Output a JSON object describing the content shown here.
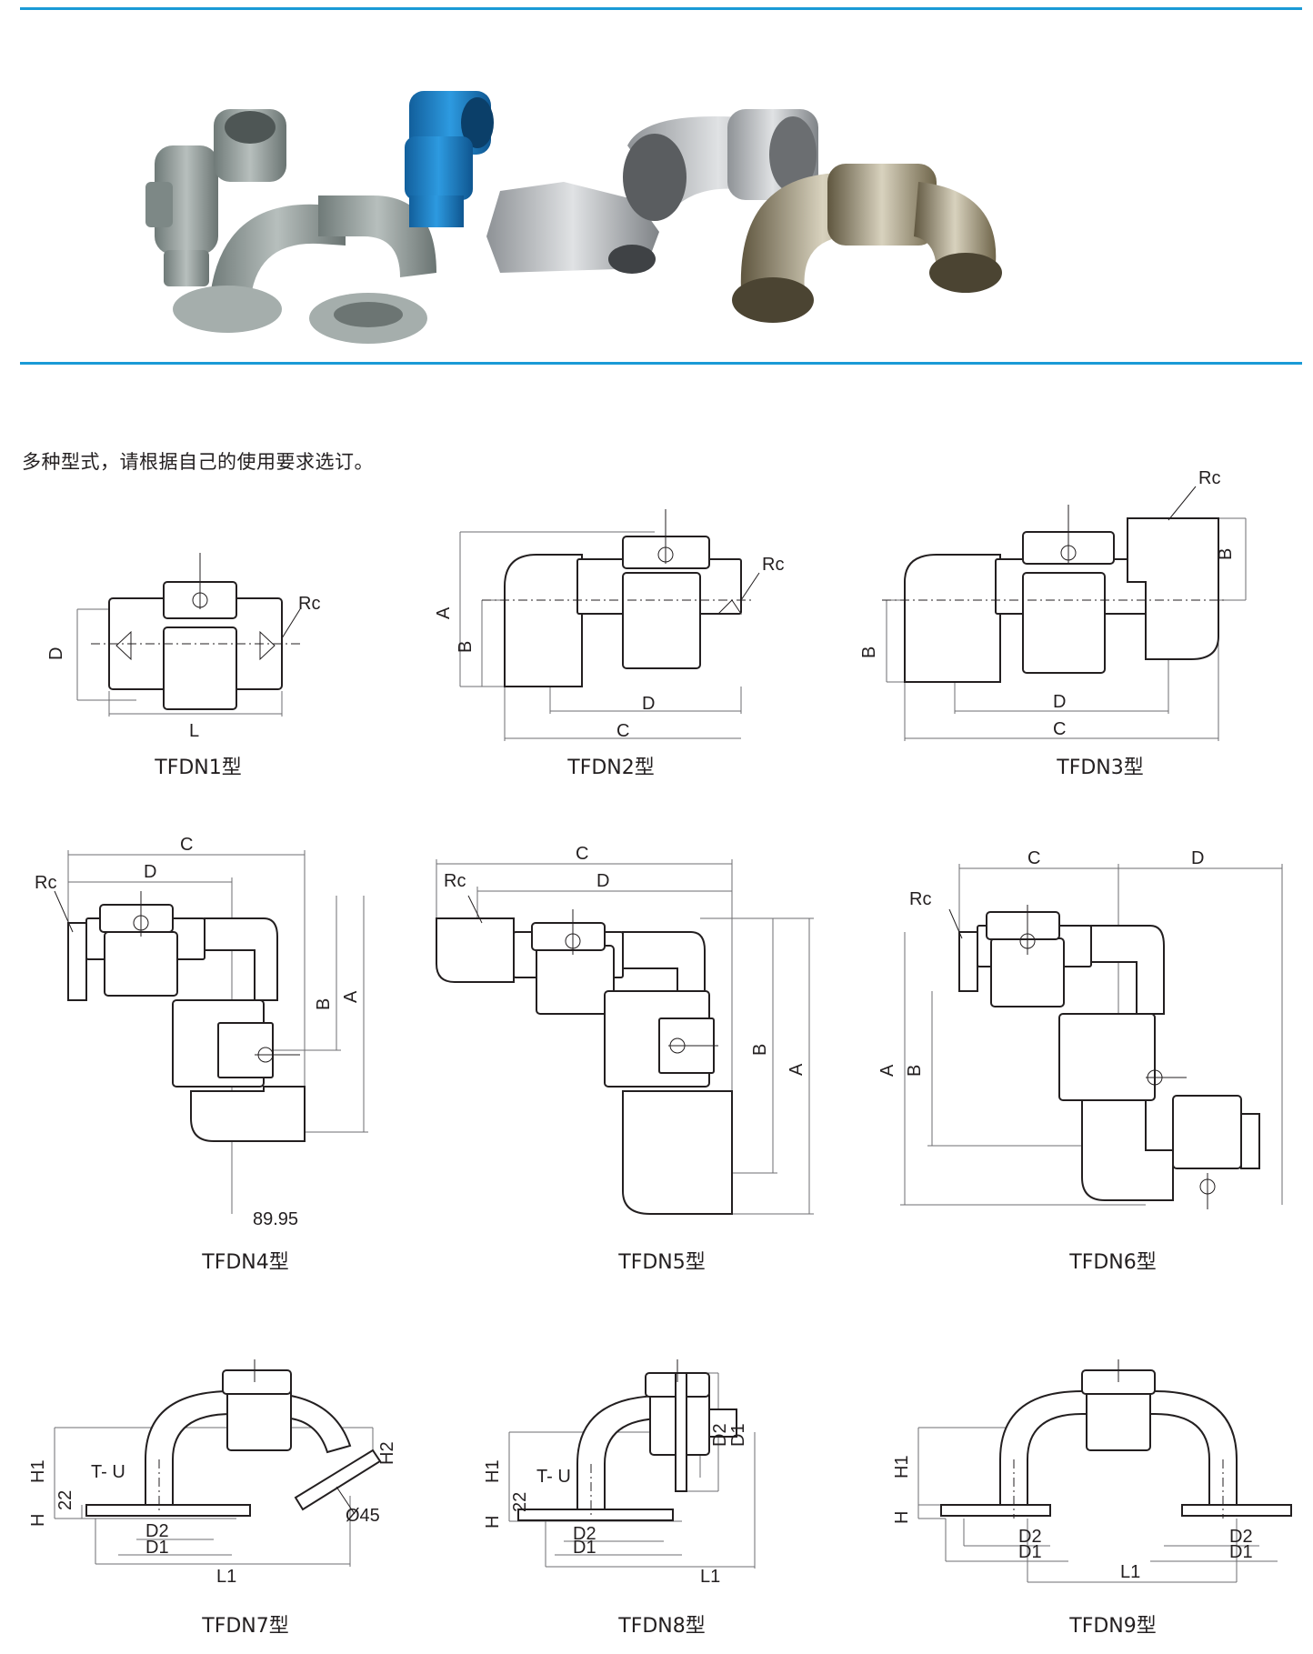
{
  "page": {
    "intro_text": "多种型式，请根据自己的使用要求选订。",
    "photo_caption": "",
    "colors": {
      "rule": "#1a9ad6",
      "steel_gray": "#8c9694",
      "blue": "#1e7fc4",
      "silver": "#a9adb0",
      "bronze": "#8b7d62"
    }
  },
  "models": [
    {
      "id": "tfdn1",
      "caption": "TFDN1型",
      "labels": {
        "a": "D",
        "b": "L",
        "c": "Rc"
      }
    },
    {
      "id": "tfdn2",
      "caption": "TFDN2型",
      "labels": {
        "a": "A",
        "b": "B",
        "c": "D",
        "d": "C",
        "e": "Rc"
      }
    },
    {
      "id": "tfdn3",
      "caption": "TFDN3型",
      "labels": {
        "a": "B",
        "b": "D",
        "c": "C",
        "d": "Rc",
        "e": "B"
      }
    },
    {
      "id": "tfdn4",
      "caption": "TFDN4型",
      "labels": {
        "a": "C",
        "b": "D",
        "c": "Rc",
        "d": "B",
        "e": "A",
        "f": "89.95"
      }
    },
    {
      "id": "tfdn5",
      "caption": "TFDN5型",
      "labels": {
        "a": "C",
        "b": "D",
        "c": "Rc",
        "d": "B",
        "e": "A"
      }
    },
    {
      "id": "tfdn6",
      "caption": "TFDN6型",
      "labels": {
        "a": "C",
        "b": "D",
        "c": "Rc",
        "d": "A",
        "e": "B"
      }
    },
    {
      "id": "tfdn7",
      "caption": "TFDN7型",
      "labels": {
        "a": "H1",
        "b": "22",
        "c": "H",
        "d": "T- U",
        "e": "D2",
        "f": "D1",
        "g": "L1",
        "h": "H2",
        "i": "Ø45"
      }
    },
    {
      "id": "tfdn8",
      "caption": "TFDN8型",
      "labels": {
        "a": "H1",
        "b": "22",
        "c": "H",
        "d": "T- U",
        "e": "D2",
        "f": "D1",
        "g": "L1",
        "h": "D2",
        "i": "D1"
      }
    },
    {
      "id": "tfdn9",
      "caption": "TFDN9型",
      "labels": {
        "a": "H1",
        "b": "H",
        "c": "D2",
        "d": "D1",
        "e": "D2",
        "f": "D1",
        "g": "L1"
      }
    }
  ]
}
